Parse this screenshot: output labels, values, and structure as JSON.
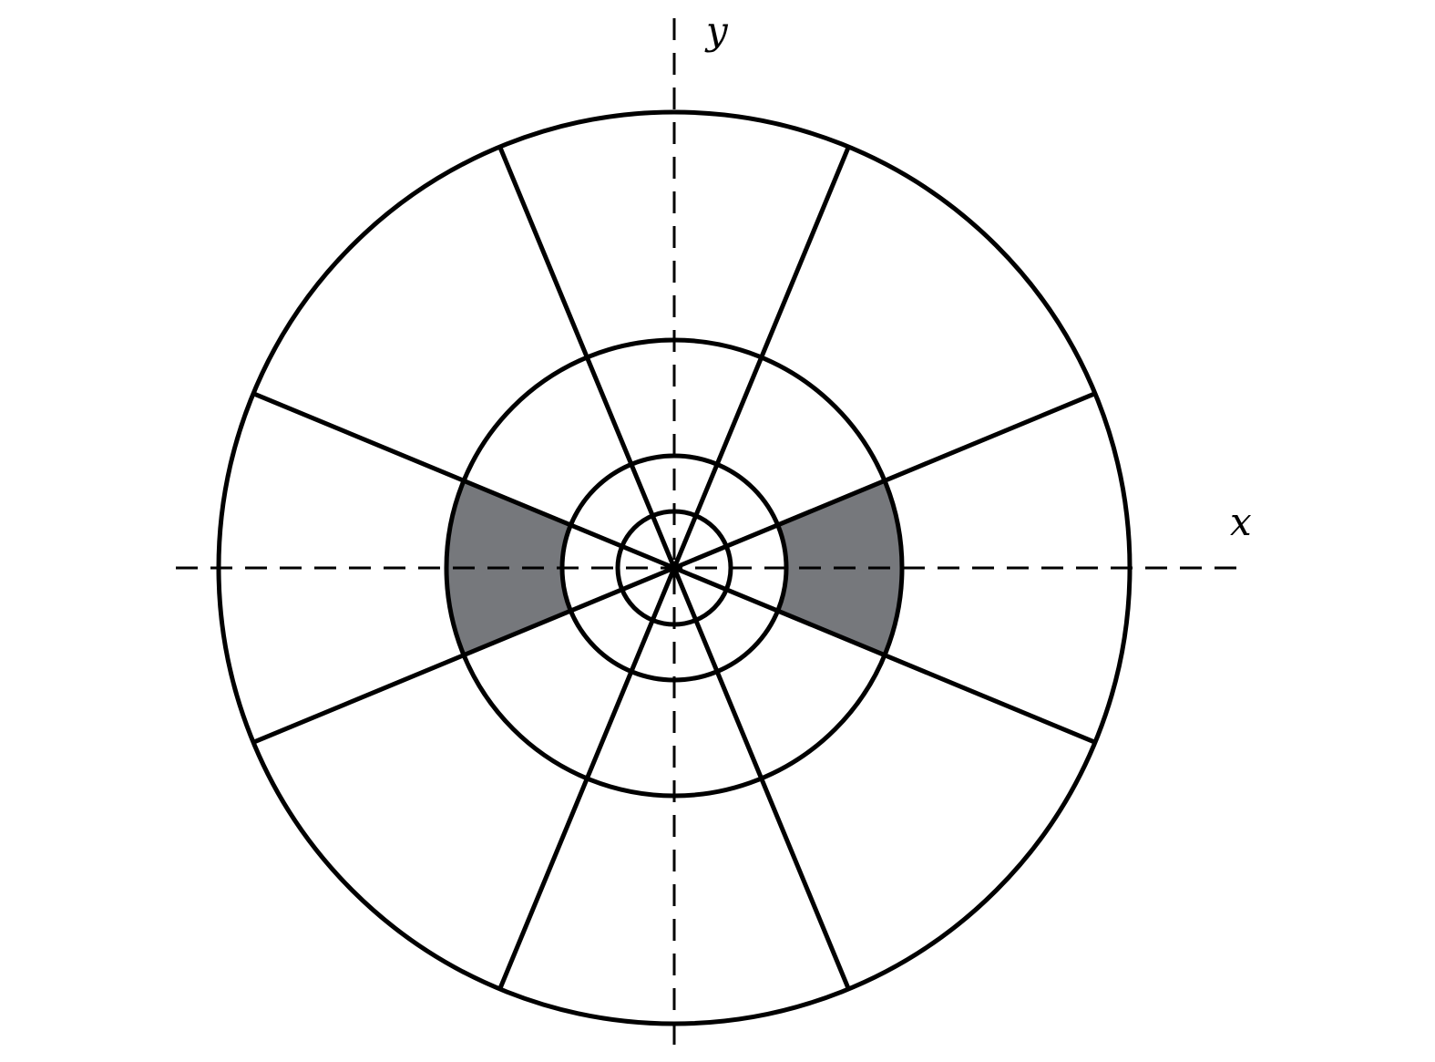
{
  "diagram": {
    "axes": {
      "x_label": "x",
      "y_label": "y"
    },
    "rings_count": 4,
    "spoke_angles_deg": [
      22.5,
      67.5,
      112.5,
      157.5,
      202.5,
      247.5,
      292.5,
      337.5
    ],
    "shaded_sectors": [
      {
        "from_deg": -22.5,
        "to_deg": 22.5,
        "between_rings": [
          2,
          3
        ]
      },
      {
        "from_deg": 157.5,
        "to_deg": 202.5,
        "between_rings": [
          2,
          3
        ]
      }
    ],
    "colors": {
      "line": "#000000",
      "shade": "#76787c",
      "background": "#ffffff"
    }
  }
}
